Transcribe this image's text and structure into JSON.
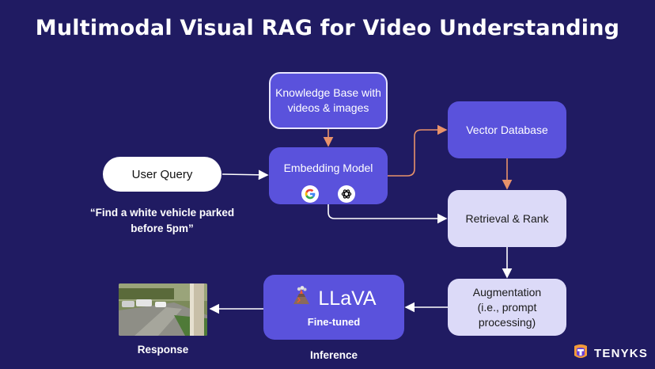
{
  "title": "Multimodal Visual RAG for Video Understanding",
  "nodes": {
    "knowledge_base": {
      "line1": "Knowledge Base with",
      "line2": "videos & images"
    },
    "embedding": {
      "label": "Embedding Model"
    },
    "vector_db": {
      "label": "Vector Database"
    },
    "user_query": {
      "label": "User Query"
    },
    "retrieval": {
      "label": "Retrieval & Rank"
    },
    "augmentation": {
      "line1": "Augmentation",
      "line2": "(i.e., prompt",
      "line3": "processing)"
    },
    "llava": {
      "label": "LLaVA",
      "sublabel": "Fine-tuned"
    }
  },
  "query_text": {
    "line1": "“Find a white vehicle parked",
    "line2": "before 5pm”"
  },
  "captions": {
    "response": "Response",
    "inference": "Inference"
  },
  "icons": [
    "google-icon",
    "openai-icon",
    "volcano-icon",
    "tenyks-logo-icon"
  ],
  "brand": "TENYKS",
  "colors": {
    "background": "#201b62",
    "node_dark": "#5a52dc",
    "node_light": "#dcdaf8",
    "arrow_white": "#ffffff",
    "arrow_orange": "#e8926a"
  }
}
